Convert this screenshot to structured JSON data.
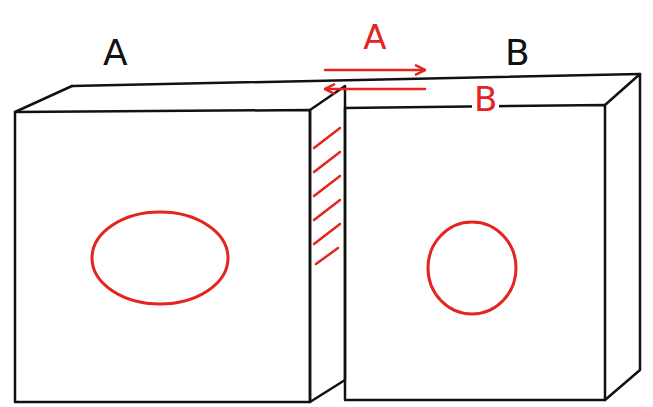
{
  "diagram": {
    "nodes": [
      {
        "text": [
          "A"
        ]
      },
      {
        "text": [
          "B"
        ]
      }
    ],
    "edges": [
      {
        "from": 0,
        "to": 1,
        "arrow": "to",
        "label": "A"
      },
      {
        "from": 1,
        "to": 0,
        "arrow": "to",
        "label": "B"
      }
    ]
  }
}
